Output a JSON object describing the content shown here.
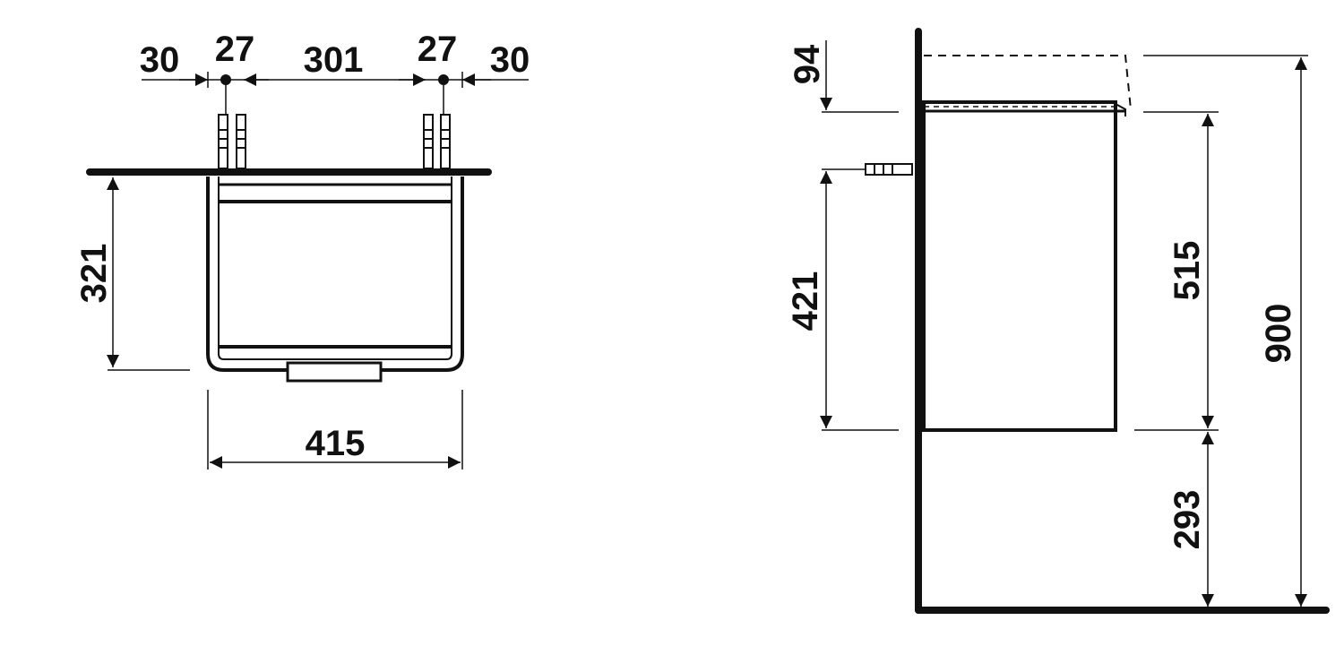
{
  "colors": {
    "ink": "#111111",
    "paper": "#ffffff"
  },
  "top_view": {
    "dims": {
      "left_margin": "30",
      "left_bolt": "27",
      "bolt_spacing": "301",
      "right_bolt": "27",
      "right_margin": "30",
      "depth": "321",
      "width": "415"
    }
  },
  "side_view": {
    "dims": {
      "top_offset": "94",
      "mount_height": "421",
      "cabinet_height": "515",
      "floor_clearance": "293",
      "total_height": "900"
    }
  }
}
